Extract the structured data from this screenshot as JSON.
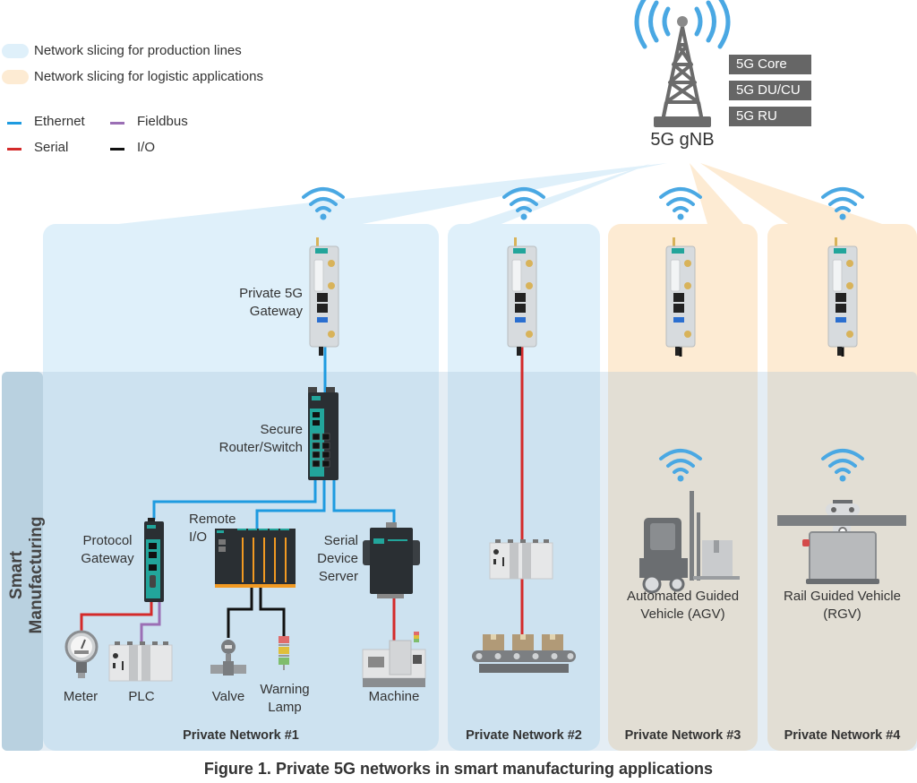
{
  "legend": {
    "slices": [
      {
        "label": "Network slicing for production lines",
        "color": "#dff0fa"
      },
      {
        "label": "Network slicing for logistic applications",
        "color": "#fdebd3"
      }
    ],
    "links": [
      {
        "label": "Ethernet",
        "color": "#1e9be0"
      },
      {
        "label": "Fieldbus",
        "color": "#9b6fb5"
      },
      {
        "label": "Serial",
        "color": "#d42a2a"
      },
      {
        "label": "I/O",
        "color": "#111111"
      }
    ]
  },
  "tower": {
    "label": "5G gNB",
    "stack": [
      "5G Core",
      "5G DU/CU",
      "5G RU"
    ]
  },
  "side_label": "Smart Manufacturing",
  "networks": [
    {
      "title": "Private Network #1",
      "slice": "production"
    },
    {
      "title": "Private Network #2",
      "slice": "production"
    },
    {
      "title": "Private Network #3",
      "slice": "logistic"
    },
    {
      "title": "Private Network #4",
      "slice": "logistic"
    }
  ],
  "devices": {
    "gateway": "Private 5G Gateway",
    "gateway_line1": "Private 5G",
    "gateway_line2": "Gateway",
    "router_line1": "Secure",
    "router_line2": "Router/Switch",
    "protocol_line1": "Protocol",
    "protocol_line2": "Gateway",
    "remote_line1": "Remote",
    "remote_line2": "I/O",
    "serial_line1": "Serial",
    "serial_line2": "Device",
    "serial_line3": "Server",
    "meter": "Meter",
    "plc": "PLC",
    "valve": "Valve",
    "lamp_line1": "Warning",
    "lamp_line2": "Lamp",
    "machine": "Machine",
    "agv_line1": "Automated Guided",
    "agv_line2": "Vehicle (AGV)",
    "rgv_line1": "Rail Guided Vehicle",
    "rgv_line2": "(RGV)"
  },
  "colors": {
    "production": "#dff0fa",
    "logistic": "#fdebd3",
    "band": "#c9dfee",
    "band_side": "#b9d1e0",
    "wifi": "#4aa8e3",
    "device_dark": "#2a2f33",
    "teal": "#22a59b"
  },
  "caption": "Figure 1. Private 5G networks in smart manufacturing applications"
}
